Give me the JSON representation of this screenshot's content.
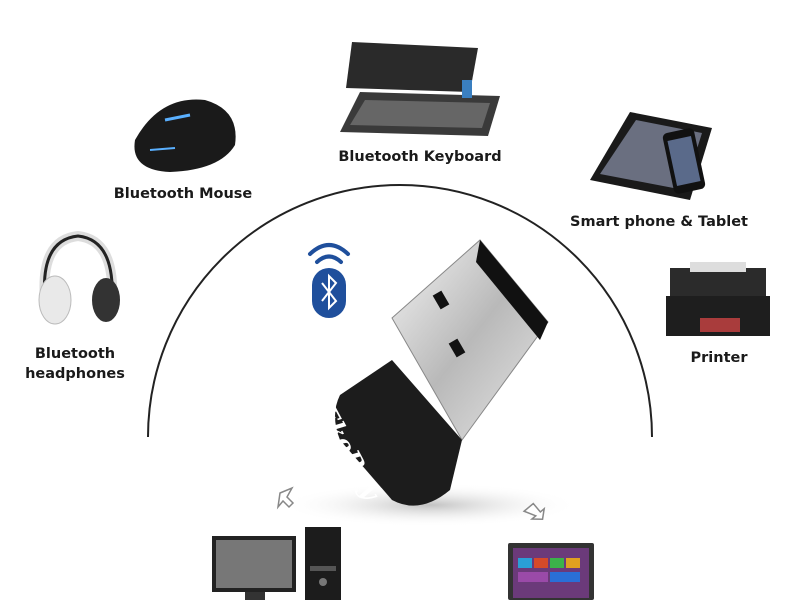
{
  "labels": {
    "keyboard": "Bluetooth Keyboard",
    "mouse": "Bluetooth Mouse",
    "phone_tablet": "Smart phone & Tablet",
    "printer": "Printer",
    "headphones_line1": "Bluetooth",
    "headphones_line2": "headphones"
  },
  "product": {
    "brand_logo": "EkoBuy"
  },
  "icons": [
    "bluetooth-icon",
    "wifi-signal-icon",
    "arrow-icon"
  ],
  "colors": {
    "bluetooth_blue": "#1f4f9c",
    "arc": "#222222",
    "text": "#1a1a1a"
  }
}
